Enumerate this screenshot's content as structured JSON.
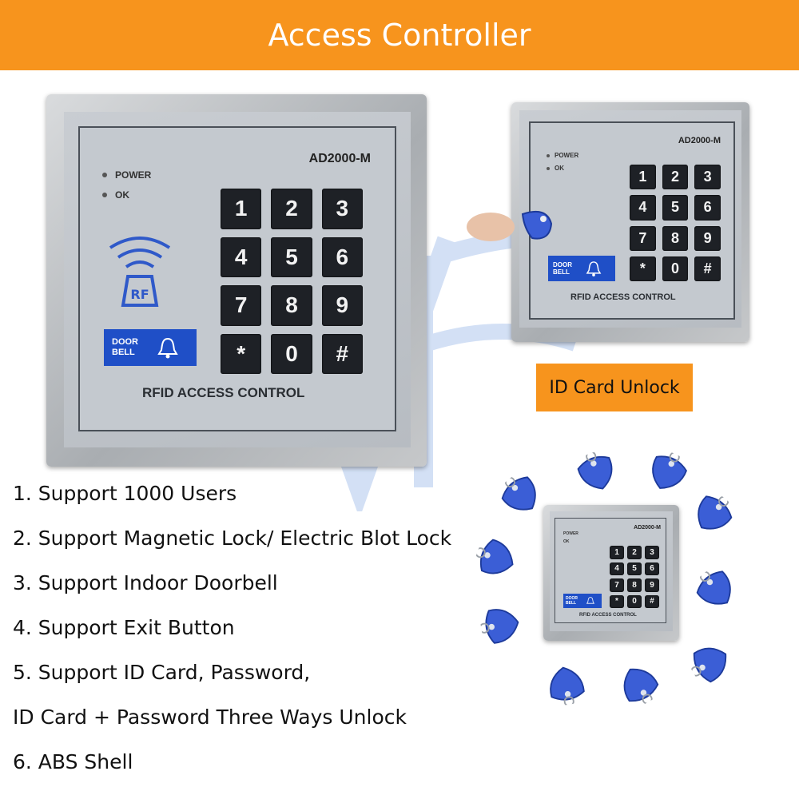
{
  "header": {
    "title": "Access Controller"
  },
  "device": {
    "model": "AD2000-M",
    "power_label": "POWER",
    "ok_label": "OK",
    "keys": [
      "1",
      "2",
      "3",
      "4",
      "5",
      "6",
      "7",
      "8",
      "9",
      "*",
      "0",
      "#"
    ],
    "rf_text": "RF",
    "bell_line1": "DOOR",
    "bell_line2": "BELL",
    "footer": "RFID ACCESS CONTROL"
  },
  "callout": {
    "id_card_unlock": "ID Card Unlock"
  },
  "features": [
    "1. Support 1000 Users",
    "2. Support Magnetic Lock/ Electric Blot Lock",
    "3. Support Indoor Doorbell",
    "4. Support Exit Button",
    "5. Support ID Card, Password,",
    "ID Card + Password Three Ways Unlock",
    "6. ABS Shell"
  ],
  "colors": {
    "banner": "#f7941d",
    "bell_panel": "#1f4fc7",
    "fob": "#3b5ed6",
    "key": "#1e2126"
  },
  "icons": {
    "bell": "bell-icon",
    "rf": "rf-wave-icon",
    "fob": "rfid-keyfob-icon",
    "hand": "hand-holding-card-icon"
  }
}
